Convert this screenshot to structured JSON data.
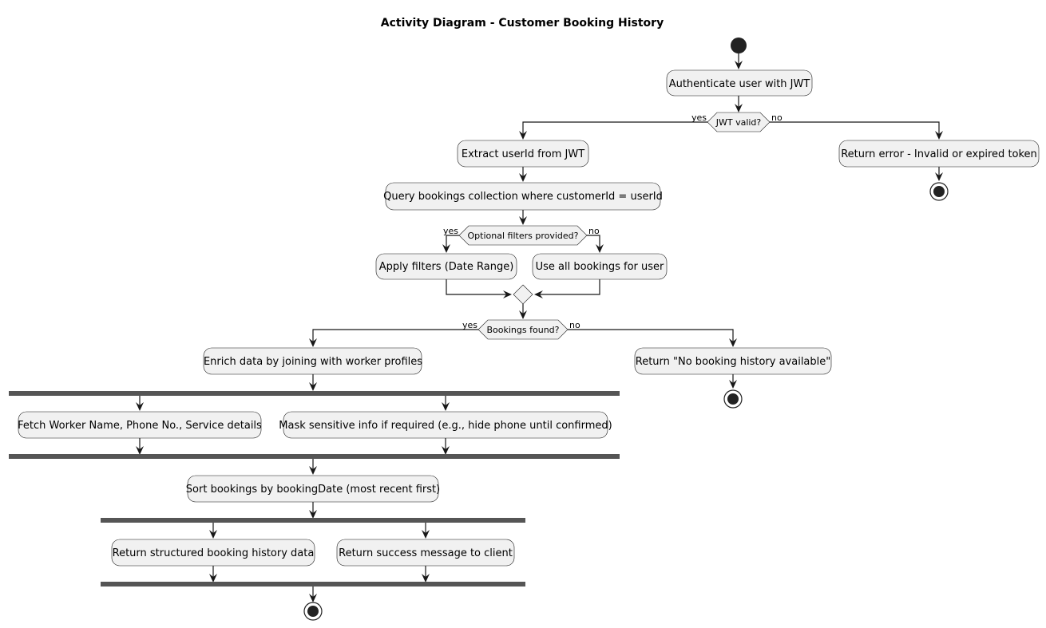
{
  "title": "Activity Diagram - Customer Booking History",
  "nodes": {
    "authenticate": "Authenticate user with JWT",
    "jwt_valid": "JWT valid?",
    "extract_userid": "Extract userId from JWT",
    "return_error": "Return error - Invalid or expired token",
    "query_bookings": "Query bookings collection where customerId = userId",
    "filters_provided": "Optional filters provided?",
    "apply_filters": "Apply filters (Date Range)",
    "use_all": "Use all bookings for user",
    "bookings_found": "Bookings found?",
    "enrich_data": "Enrich data by joining with worker profiles",
    "return_no_history": "Return \"No booking history available\"",
    "fetch_worker": "Fetch Worker Name, Phone No., Service details",
    "mask_info": "Mask sensitive info if required (e.g., hide phone until confirmed)",
    "sort_bookings": "Sort bookings by bookingDate (most recent first)",
    "return_structured": "Return structured booking history data",
    "return_success": "Return success message to client"
  },
  "labels": {
    "jwt_yes": "yes",
    "jwt_no": "no",
    "filters_yes": "yes",
    "filters_no": "no",
    "found_yes": "yes",
    "found_no": "no"
  },
  "colors": {
    "node_fill": "#f1f1f1",
    "stroke": "#181818",
    "fork_bar": "#555555",
    "start_end": "#222222"
  }
}
